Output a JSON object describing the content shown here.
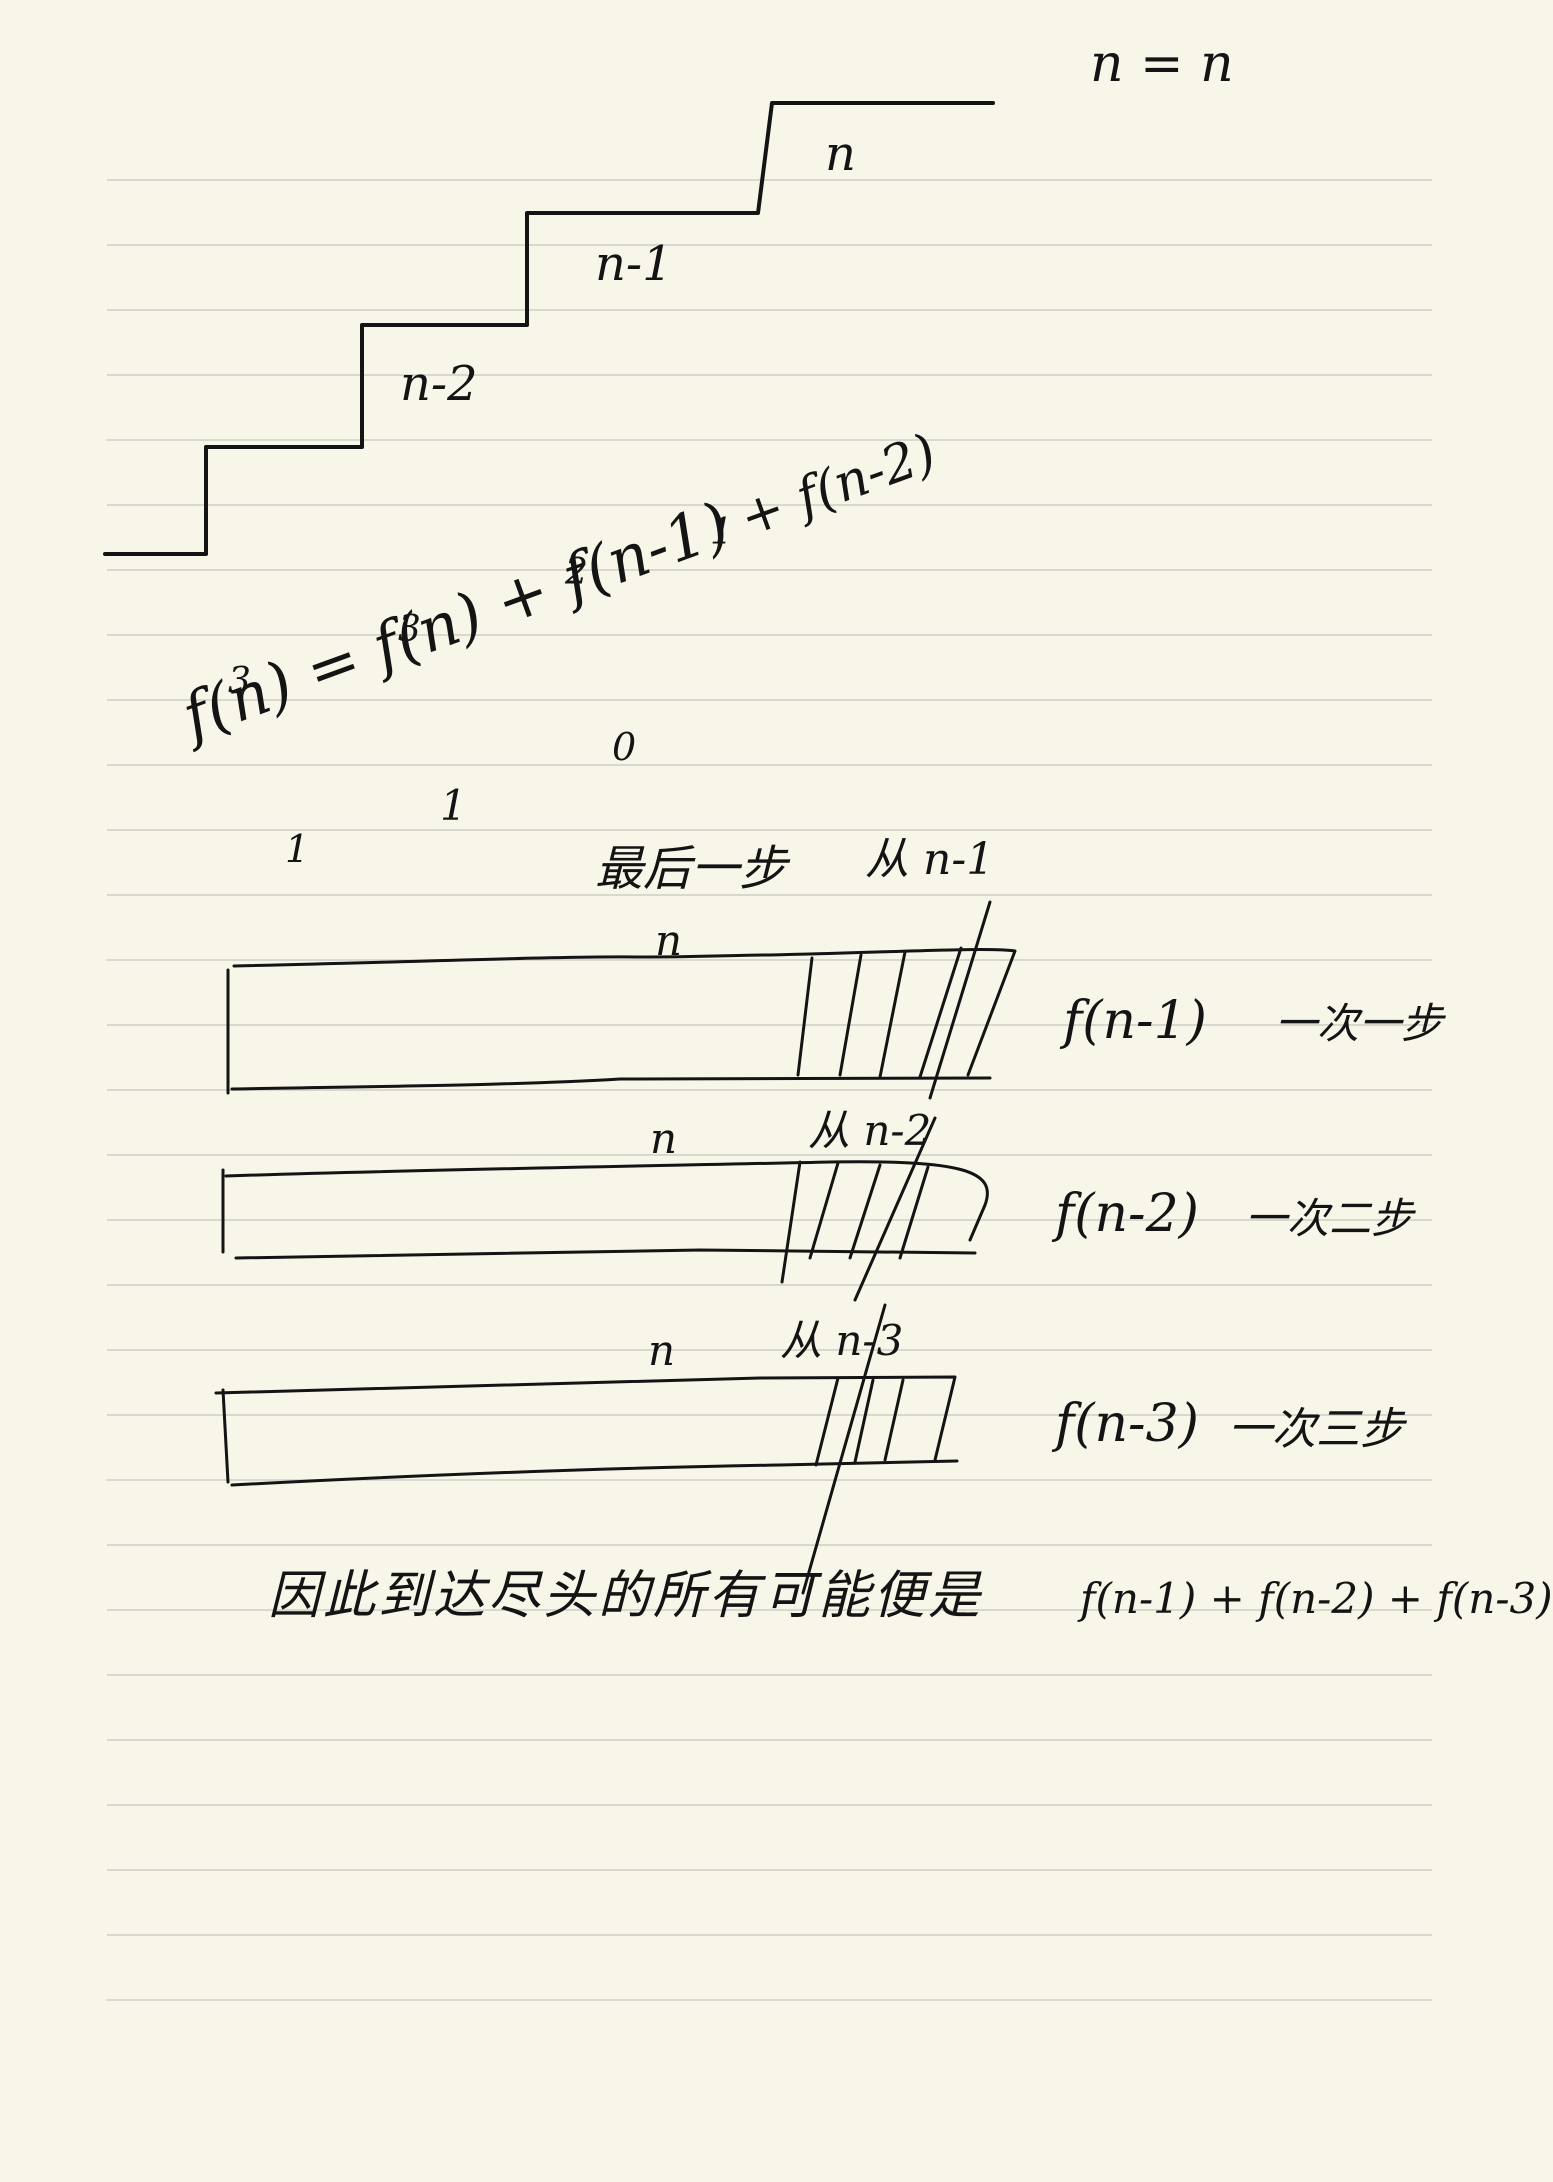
{
  "staircase": {
    "equation": "n = n",
    "step_labels": [
      "n",
      "n-1",
      "n-2"
    ]
  },
  "recurrence": {
    "lhs": "f(n) =",
    "rhs": [
      "f(n)",
      "+ f(n-1)",
      "+ f(n-2)"
    ],
    "top_numbers": [
      "3",
      "3",
      "2",
      "1"
    ],
    "bottom_numbers": [
      "1",
      "1",
      "0"
    ]
  },
  "last_step_label": "最后一步",
  "bars": [
    {
      "label": "n",
      "from": "从 n-1",
      "desc_f": "f(n-1)",
      "desc_text": "一次一步"
    },
    {
      "label": "n",
      "from": "从 n-2",
      "desc_f": "f(n-2)",
      "desc_text": "一次二步"
    },
    {
      "label": "n",
      "from": "从 n-3",
      "desc_f": "f(n-3)",
      "desc_text": "一次三步"
    }
  ],
  "conclusion": {
    "text": "因此到达尽头的所有可能便是",
    "formula": "f(n-1) + f(n-2) + f(n-3)"
  }
}
